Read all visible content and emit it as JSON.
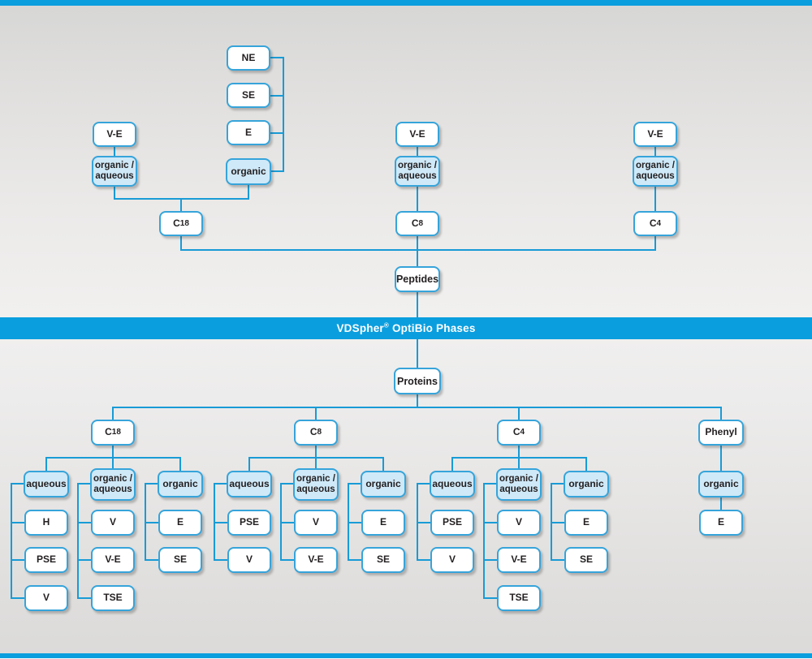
{
  "banner": {
    "title": "VDSpher® OptiBio Phases"
  },
  "colors": {
    "banner_blue": "#0a9ede",
    "line_blue": "#189bd6",
    "box_border_blue": "#36a4da",
    "box_tint_blue": "#cfe9f8",
    "text_dark": "#231f20"
  },
  "peptides": {
    "root": "Peptides",
    "columns": [
      {
        "column": "C18",
        "solvents": [
          {
            "label": "organic /\naqueous",
            "types": [
              "V-E"
            ]
          },
          {
            "label": "organic",
            "types": [
              "NE",
              "SE",
              "E"
            ]
          }
        ]
      },
      {
        "column": "C8",
        "solvents": [
          {
            "label": "organic /\naqueous",
            "types": [
              "V-E"
            ]
          }
        ]
      },
      {
        "column": "C4",
        "solvents": [
          {
            "label": "organic /\naqueous",
            "types": [
              "V-E"
            ]
          }
        ]
      }
    ]
  },
  "proteins": {
    "root": "Proteins",
    "columns": [
      {
        "column": "C18",
        "solvents": [
          {
            "label": "aqueous",
            "types": [
              "H",
              "PSE",
              "V"
            ]
          },
          {
            "label": "organic /\naqueous",
            "types": [
              "V",
              "V-E",
              "TSE"
            ]
          },
          {
            "label": "organic",
            "types": [
              "E",
              "SE"
            ]
          }
        ]
      },
      {
        "column": "C8",
        "solvents": [
          {
            "label": "aqueous",
            "types": [
              "PSE",
              "V"
            ]
          },
          {
            "label": "organic /\naqueous",
            "types": [
              "V",
              "V-E"
            ]
          },
          {
            "label": "organic",
            "types": [
              "E",
              "SE"
            ]
          }
        ]
      },
      {
        "column": "C4",
        "solvents": [
          {
            "label": "aqueous",
            "types": [
              "PSE",
              "V"
            ]
          },
          {
            "label": "organic /\naqueous",
            "types": [
              "V",
              "V-E",
              "TSE"
            ]
          },
          {
            "label": "organic",
            "types": [
              "E",
              "SE"
            ]
          }
        ]
      },
      {
        "column": "Phenyl",
        "solvents": [
          {
            "label": "organic",
            "types": [
              "E"
            ]
          }
        ]
      }
    ]
  }
}
